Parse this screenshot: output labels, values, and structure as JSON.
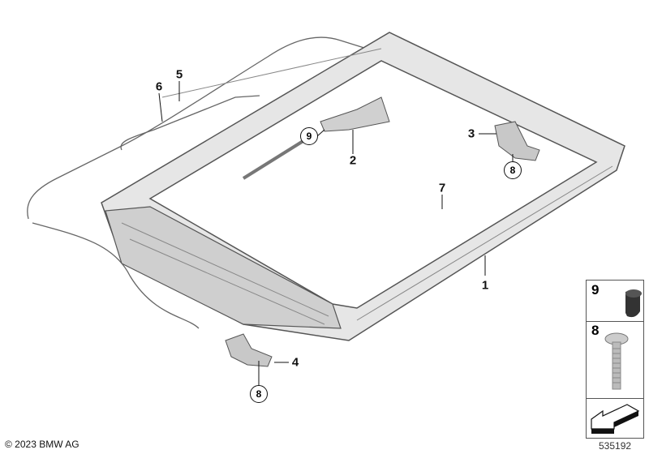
{
  "diagram": {
    "callouts": [
      {
        "id": "1",
        "label": "1"
      },
      {
        "id": "2",
        "label": "2"
      },
      {
        "id": "3",
        "label": "3"
      },
      {
        "id": "4",
        "label": "4"
      },
      {
        "id": "5",
        "label": "5"
      },
      {
        "id": "6",
        "label": "6"
      },
      {
        "id": "7",
        "label": "7"
      }
    ],
    "circled_callouts": [
      "9",
      "8",
      "8"
    ],
    "legend": [
      {
        "number": "9",
        "part": "cap-icon"
      },
      {
        "number": "8",
        "part": "screw-icon"
      },
      {
        "number": "",
        "part": "direction-arrow-icon"
      }
    ],
    "copyright": "© 2023 BMW AG",
    "image_number": "535192",
    "colors": {
      "line": "#555555",
      "fill": "#d9d9d9",
      "text": "#111111"
    }
  }
}
